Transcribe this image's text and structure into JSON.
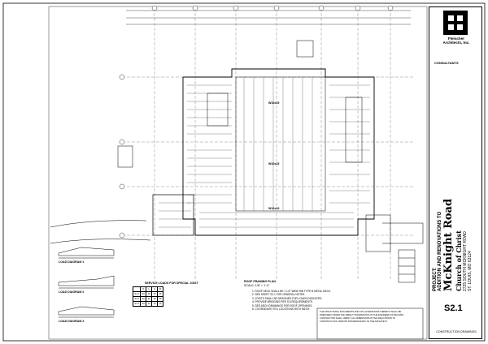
{
  "title_block": {
    "firm_name_1": "Fleischer",
    "firm_name_2": "Architects, Inc.",
    "consultants_heading": "CONSULTANTS",
    "project_line1": "PROJECT:",
    "project_line2": "ADDITION AND RENOVATIONS TO",
    "church_name": "McKnight Road",
    "church_sub": "Church of Christ",
    "address1": "2725 SOUTH MCKNIGHT ROAD",
    "address2": "ST. LOUIS, MO 63124",
    "sheet_number": "S2.1",
    "issue_status": "CONSTRUCTION DRAWINGS"
  },
  "plan": {
    "drawing_title": "ROOF FRAMING PLAN",
    "scale": "SCALE: 1/8\" = 1'-0\"",
    "beam_labels": [
      "W10x15",
      "W10x15",
      "W12x19"
    ],
    "load_diagrams": [
      "LOAD DIAGRAM 1",
      "LOAD DIAGRAM 2",
      "LOAD DIAGRAM 3"
    ]
  },
  "wind_table": {
    "title": "SERVICE LOADS FOR SPECIAL JOIST",
    "headers": [
      "",
      "D",
      "L",
      "S",
      "W"
    ],
    "rows": [
      [
        "SJ-1",
        "40",
        "20",
        "25",
        "15"
      ],
      [
        "SJ-2",
        "40",
        "20",
        "25",
        "15"
      ],
      [
        "SJ-3",
        "40",
        "20",
        "25",
        "15"
      ]
    ]
  },
  "notes": {
    "framing_notes": [
      "1. ROOF DECK SHALL BE 1 1/2\" WIDE RIB TYPE B METAL DECK.",
      "2. SEE SHEET S1.1 FOR GENERAL NOTES.",
      "3. JOISTS SHALL BE DESIGNED FOR LOADS INDICATED.",
      "4. PROVIDE BRIDGING PER SJI REQUIREMENTS.",
      "5. SEE ARCH DRAWINGS FOR ROOF OPENINGS.",
      "6. COORDINATE RTU LOCATIONS WITH MECH."
    ],
    "seal_text": [
      "THE STRUCTURAL DOCUMENTS AND ANY ALTERATIONS THERETO SHALL BE",
      "PREPARED UNDER THE DIRECT SUPERVISION OF THE ENGINEER OF RECORD.",
      "CONTRACTOR SHALL VERIFY ALL DIMENSIONS IN THE FIELD PRIOR TO",
      "CONSTRUCTION. REPORT DISCREPANCIES TO THE ARCHITECT."
    ]
  },
  "colors": {
    "ink": "#000000",
    "paper": "#ffffff",
    "grid": "#444444"
  }
}
